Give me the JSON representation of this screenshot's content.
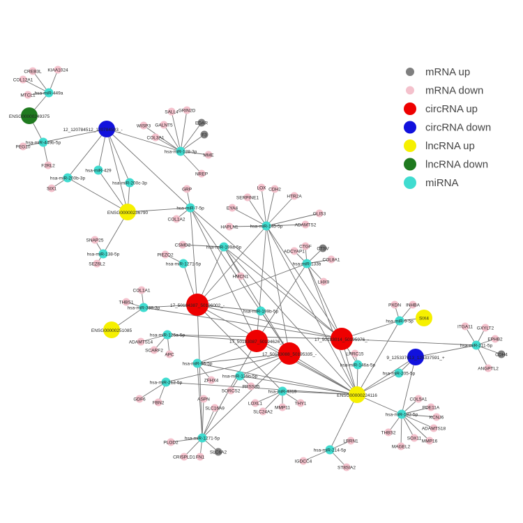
{
  "colors": {
    "mrna_up": "#7f7f7f",
    "mrna_down": "#f4c1cc",
    "circrna_up": "#ee0000",
    "circrna_down": "#1111dd",
    "lncrna_up": "#f6f000",
    "lncrna_down": "#1f7a1f",
    "mirna": "#40dcd0",
    "edge": "#6e6e6e"
  },
  "legend": [
    {
      "type": "mrna_up",
      "label": "mRNA up"
    },
    {
      "type": "mrna_down",
      "label": "mRNA down"
    },
    {
      "type": "circrna_up",
      "label": "circRNA up"
    },
    {
      "type": "circrna_down",
      "label": "circRNA down"
    },
    {
      "type": "lncrna_up",
      "label": "lncRNA up"
    },
    {
      "type": "lncrna_down",
      "label": "lncRNA down"
    },
    {
      "type": "mirna",
      "label": "miRNA"
    }
  ],
  "nodes": [
    {
      "id": "circ12",
      "type": "circrna_down",
      "label": "12_120784512_120784593_-"
    },
    {
      "id": "circ9",
      "type": "circrna_down",
      "label": "9_125337613_125337591_+"
    },
    {
      "id": "circ17a",
      "type": "circrna_up",
      "label": "17_50184387_50196002_-"
    },
    {
      "id": "circ17b",
      "type": "circrna_up",
      "label": "17_50183087_50194626_-"
    },
    {
      "id": "circ17c",
      "type": "circrna_up",
      "label": "17_50183088_50195335_-"
    },
    {
      "id": "circ17d",
      "type": "circrna_up",
      "label": "17_50183014_50195976_-"
    },
    {
      "id": "lnc236790",
      "type": "lncrna_up",
      "label": "ENSG00000236790"
    },
    {
      "id": "lnc251085",
      "type": "lncrna_up",
      "label": "ENSG00000251085"
    },
    {
      "id": "lnc224116",
      "type": "lncrna_up",
      "label": "ENSG00000224116"
    },
    {
      "id": "lnc249375",
      "type": "lncrna_down",
      "label": "ENSG00000249375"
    },
    {
      "id": "m449a",
      "type": "mirna",
      "label": "hsa-miR-449a"
    },
    {
      "id": "m449b",
      "type": "mirna",
      "label": "hsa-miR-449b-5p"
    },
    {
      "id": "m200b",
      "type": "mirna",
      "label": "hsa-miR-200b-3p"
    },
    {
      "id": "m429",
      "type": "mirna",
      "label": "hsa-miR-429"
    },
    {
      "id": "m200c",
      "type": "mirna",
      "label": "hsa-miR-200c-3p"
    },
    {
      "id": "m128",
      "type": "mirna",
      "label": "hsa-miR-128-3p"
    },
    {
      "id": "m7",
      "type": "mirna",
      "label": "hsa-miR-7-5p"
    },
    {
      "id": "m138",
      "type": "mirna",
      "label": "hsa-miR-138-5p"
    },
    {
      "id": "m145",
      "type": "mirna",
      "label": "hsa-miR-145-5p"
    },
    {
      "id": "m199a",
      "type": "mirna",
      "label": "hsa-miR-199a-5p"
    },
    {
      "id": "m133b",
      "type": "mirna",
      "label": "hsa-miR-133b"
    },
    {
      "id": "m1271a",
      "type": "mirna",
      "label": "hsa-miR-1271-5p"
    },
    {
      "id": "m338",
      "type": "mirna",
      "label": "hsa-miR-338-3p"
    },
    {
      "id": "m199b",
      "type": "mirna",
      "label": "hsa-miR-199b-5p"
    },
    {
      "id": "m125a",
      "type": "mirna",
      "label": "hsa-miR-125a-5p"
    },
    {
      "id": "m9",
      "type": "mirna",
      "label": "hsa-miR-9-5p"
    },
    {
      "id": "m211",
      "type": "mirna",
      "label": "hsa-miR-211-5p"
    },
    {
      "id": "m96",
      "type": "mirna",
      "label": "hsa-miR-96-5p"
    },
    {
      "id": "m125b",
      "type": "mirna",
      "label": "hsa-miR-125b-5p"
    },
    {
      "id": "m146a",
      "type": "mirna",
      "label": "hsa-miR-146a-5p"
    },
    {
      "id": "m205",
      "type": "mirna",
      "label": "hsa-miR-205-5p"
    },
    {
      "id": "m212",
      "type": "mirna",
      "label": "hsa-miR-212-5p"
    },
    {
      "id": "m4319",
      "type": "mirna",
      "label": "hsa-miR-4319"
    },
    {
      "id": "m182",
      "type": "mirna",
      "label": "hsa-miR-182-5p"
    },
    {
      "id": "m1271b",
      "type": "mirna",
      "label": "hsa-miR-1271-5p"
    },
    {
      "id": "m214",
      "type": "mirna",
      "label": "hsa-miR-214-5p"
    },
    {
      "id": "g_creb3l",
      "type": "mrna_down",
      "label": "CREB3L"
    },
    {
      "id": "g_kiaa",
      "type": "mrna_down",
      "label": "KIAA1024"
    },
    {
      "id": "g_col12a1",
      "type": "mrna_down",
      "label": "COL12A1"
    },
    {
      "id": "g_mtcl1",
      "type": "mrna_down",
      "label": "MTCL1"
    },
    {
      "id": "g_peg10",
      "type": "mrna_down",
      "label": "PEG10"
    },
    {
      "id": "g_f2rl2",
      "type": "mrna_down",
      "label": "F2RL2"
    },
    {
      "id": "g_six1",
      "type": "mrna_down",
      "label": "SIX1"
    },
    {
      "id": "g_sall4",
      "type": "mrna_down",
      "label": "SALL4"
    },
    {
      "id": "g_grin2d",
      "type": "mrna_down",
      "label": "GRIN2D"
    },
    {
      "id": "g_wisp3",
      "type": "mrna_down",
      "label": "WISP3"
    },
    {
      "id": "g_galnt5",
      "type": "mrna_down",
      "label": "GALNT5"
    },
    {
      "id": "g_edar",
      "type": "mrna_up",
      "label": "EDAR"
    },
    {
      "id": "g_col3a1",
      "type": "mrna_down",
      "label": "COL3A1"
    },
    {
      "id": "g_f3",
      "type": "mrna_up",
      "label": "F3"
    },
    {
      "id": "g_mme",
      "type": "mrna_down",
      "label": "MME"
    },
    {
      "id": "g_nrep",
      "type": "mrna_down",
      "label": "NREP"
    },
    {
      "id": "g_grp",
      "type": "mrna_down",
      "label": "GRP"
    },
    {
      "id": "g_col1a2",
      "type": "mrna_down",
      "label": "COL1A2"
    },
    {
      "id": "g_snap25",
      "type": "mrna_down",
      "label": "SNAP25"
    },
    {
      "id": "g_sez6l2",
      "type": "mrna_down",
      "label": "SEZ6L2"
    },
    {
      "id": "g_lox",
      "type": "mrna_down",
      "label": "LOX"
    },
    {
      "id": "g_cdh2",
      "type": "mrna_down",
      "label": "CDH2"
    },
    {
      "id": "g_serpine1",
      "type": "mrna_down",
      "label": "SERPINE1"
    },
    {
      "id": "g_htr2a",
      "type": "mrna_down",
      "label": "HTR2A"
    },
    {
      "id": "g_eya4",
      "type": "mrna_down",
      "label": "EYA4"
    },
    {
      "id": "g_glis3",
      "type": "mrna_down",
      "label": "GLIS3"
    },
    {
      "id": "g_hapln1",
      "type": "mrna_down",
      "label": "HAPLN1"
    },
    {
      "id": "g_adamts2",
      "type": "mrna_down",
      "label": "ADAMTS2"
    },
    {
      "id": "g_csmd2",
      "type": "mrna_down",
      "label": "CSMD2"
    },
    {
      "id": "g_piezo2",
      "type": "mrna_down",
      "label": "PIEZO2"
    },
    {
      "id": "g_adcyap1",
      "type": "mrna_down",
      "label": "ADCYAP1"
    },
    {
      "id": "g_ctsv",
      "type": "mrna_up",
      "label": "CTSV"
    },
    {
      "id": "g_ctgf",
      "type": "mrna_down",
      "label": "CTGF"
    },
    {
      "id": "g_col8a1",
      "type": "mrna_down",
      "label": "COL8A1"
    },
    {
      "id": "g_hmcn1",
      "type": "mrna_down",
      "label": "HMCN1"
    },
    {
      "id": "g_lhx9",
      "type": "mrna_down",
      "label": "LHX9"
    },
    {
      "id": "g_col1a1",
      "type": "mrna_down",
      "label": "COL1A1"
    },
    {
      "id": "g_thbs1",
      "type": "mrna_down",
      "label": "THBS1"
    },
    {
      "id": "g_pxdn",
      "type": "mrna_down",
      "label": "PXDN"
    },
    {
      "id": "g_inhba",
      "type": "mrna_down",
      "label": "INHBA"
    },
    {
      "id": "g_six4",
      "type": "lncrna_up",
      "label": "SIX4"
    },
    {
      "id": "g_adamts14",
      "type": "mrna_down",
      "label": "ADAMTS14"
    },
    {
      "id": "g_scarf2",
      "type": "mrna_down",
      "label": "SCARF2"
    },
    {
      "id": "g_apc",
      "type": "mrna_down",
      "label": "APC"
    },
    {
      "id": "g_itga11",
      "type": "mrna_down",
      "label": "ITGA11"
    },
    {
      "id": "g_gxylt2",
      "type": "mrna_down",
      "label": "GXYLT2"
    },
    {
      "id": "g_ephb2",
      "type": "mrna_down",
      "label": "EPHB2"
    },
    {
      "id": "g_cdh4",
      "type": "mrna_up",
      "label": "CDH4"
    },
    {
      "id": "g_angptl2",
      "type": "mrna_down",
      "label": "ANGPTL2"
    },
    {
      "id": "g_lrrc15",
      "type": "mrna_down",
      "label": "LRRC15"
    },
    {
      "id": "g_zfhx4",
      "type": "mrna_down",
      "label": "ZFHX4"
    },
    {
      "id": "g_prss35",
      "type": "mrna_down",
      "label": "PRSS35"
    },
    {
      "id": "g_sorcs2",
      "type": "mrna_down",
      "label": "SORCS2"
    },
    {
      "id": "g_gdf6",
      "type": "mrna_down",
      "label": "GDF6"
    },
    {
      "id": "g_fbn2",
      "type": "mrna_down",
      "label": "FBN2"
    },
    {
      "id": "g_aspn",
      "type": "mrna_down",
      "label": "ASPN"
    },
    {
      "id": "g_slc16a9",
      "type": "mrna_down",
      "label": "SLC16A9"
    },
    {
      "id": "g_loxl1",
      "type": "mrna_down",
      "label": "LOXL1"
    },
    {
      "id": "g_thy1",
      "type": "mrna_down",
      "label": "THY1"
    },
    {
      "id": "g_mmp11",
      "type": "mrna_down",
      "label": "MMP11"
    },
    {
      "id": "g_slc24a2",
      "type": "mrna_down",
      "label": "SLC24A2"
    },
    {
      "id": "g_col5a1",
      "type": "mrna_down",
      "label": "COL5A1"
    },
    {
      "id": "g_pde11a",
      "type": "mrna_down",
      "label": "PDE11A"
    },
    {
      "id": "g_kcnj6",
      "type": "mrna_down",
      "label": "KCNJ6"
    },
    {
      "id": "g_adamts18",
      "type": "mrna_down",
      "label": "ADAMTS18"
    },
    {
      "id": "g_thbs2",
      "type": "mrna_down",
      "label": "THBS2"
    },
    {
      "id": "g_sox11",
      "type": "mrna_down",
      "label": "SOX11"
    },
    {
      "id": "g_mmp16",
      "type": "mrna_down",
      "label": "MMP16"
    },
    {
      "id": "g_magel2",
      "type": "mrna_down",
      "label": "MAGEL2"
    },
    {
      "id": "g_plod2",
      "type": "mrna_down",
      "label": "PLOD2"
    },
    {
      "id": "g_slc6a2",
      "type": "mrna_up",
      "label": "SLC6A2"
    },
    {
      "id": "g_crispld1",
      "type": "mrna_down",
      "label": "CRISPLD1"
    },
    {
      "id": "g_fn1",
      "type": "mrna_down",
      "label": "FN1"
    },
    {
      "id": "g_lrrn1",
      "type": "mrna_down",
      "label": "LRRN1"
    },
    {
      "id": "g_igdcc4",
      "type": "mrna_down",
      "label": "IGDCC4"
    },
    {
      "id": "g_st8sia2",
      "type": "mrna_down",
      "label": "ST8SIA2"
    }
  ],
  "edges": [
    [
      "m449a",
      "g_creb3l"
    ],
    [
      "m449a",
      "g_kiaa"
    ],
    [
      "m449a",
      "g_col12a1"
    ],
    [
      "m449a",
      "g_mtcl1"
    ],
    [
      "m449a",
      "lnc249375"
    ],
    [
      "lnc249375",
      "m449b"
    ],
    [
      "m449b",
      "g_peg10"
    ],
    [
      "m449b",
      "g_f2rl2"
    ],
    [
      "m449b",
      "circ12"
    ],
    [
      "circ12",
      "m200b"
    ],
    [
      "circ12",
      "m429"
    ],
    [
      "circ12",
      "m200c"
    ],
    [
      "circ12",
      "lnc236790"
    ],
    [
      "circ12",
      "m128"
    ],
    [
      "circ12",
      "m7"
    ],
    [
      "m200b",
      "g_six1"
    ],
    [
      "m200b",
      "lnc236790"
    ],
    [
      "m429",
      "lnc236790"
    ],
    [
      "m200c",
      "lnc236790"
    ],
    [
      "m128",
      "g_sall4"
    ],
    [
      "m128",
      "g_grin2d"
    ],
    [
      "m128",
      "g_wisp3"
    ],
    [
      "m128",
      "g_galnt5"
    ],
    [
      "m128",
      "g_edar"
    ],
    [
      "m128",
      "g_col3a1"
    ],
    [
      "m128",
      "g_f3"
    ],
    [
      "m128",
      "g_mme"
    ],
    [
      "m128",
      "g_nrep"
    ],
    [
      "lnc236790",
      "m7"
    ],
    [
      "lnc236790",
      "m138"
    ],
    [
      "m7",
      "g_grp"
    ],
    [
      "m7",
      "g_col1a2"
    ],
    [
      "m7",
      "circ17a"
    ],
    [
      "m7",
      "circ17b"
    ],
    [
      "m7",
      "circ17c"
    ],
    [
      "m7",
      "circ17d"
    ],
    [
      "m138",
      "g_snap25"
    ],
    [
      "m138",
      "g_sez6l2"
    ],
    [
      "m145",
      "g_lox"
    ],
    [
      "m145",
      "g_cdh2"
    ],
    [
      "m145",
      "g_serpine1"
    ],
    [
      "m145",
      "g_htr2a"
    ],
    [
      "m145",
      "g_eya4"
    ],
    [
      "m145",
      "g_glis3"
    ],
    [
      "m145",
      "g_hapln1"
    ],
    [
      "m145",
      "g_adamts2"
    ],
    [
      "m145",
      "circ17a"
    ],
    [
      "m145",
      "circ17b"
    ],
    [
      "m145",
      "circ17c"
    ],
    [
      "m145",
      "circ17d"
    ],
    [
      "m199a",
      "g_csmd2"
    ],
    [
      "m199a",
      "g_hmcn1"
    ],
    [
      "m199a",
      "circ17a"
    ],
    [
      "m199a",
      "circ17d"
    ],
    [
      "m199a",
      "circ17c"
    ],
    [
      "m133b",
      "g_adcyap1"
    ],
    [
      "m133b",
      "g_ctsv"
    ],
    [
      "m133b",
      "g_ctgf"
    ],
    [
      "m133b",
      "g_col8a1"
    ],
    [
      "m133b",
      "g_lhx9"
    ],
    [
      "m133b",
      "circ17a"
    ],
    [
      "m133b",
      "circ17b"
    ],
    [
      "m133b",
      "circ17d"
    ],
    [
      "m1271a",
      "g_piezo2"
    ],
    [
      "m1271a",
      "circ17a"
    ],
    [
      "m338",
      "g_col1a1"
    ],
    [
      "m338",
      "g_thbs1"
    ],
    [
      "m338",
      "lnc251085"
    ],
    [
      "m338",
      "circ17a"
    ],
    [
      "m338",
      "circ17d"
    ],
    [
      "m199b",
      "circ17a"
    ],
    [
      "m199b",
      "circ17c"
    ],
    [
      "m125a",
      "g_adamts14"
    ],
    [
      "m125a",
      "g_scarf2"
    ],
    [
      "m125a",
      "g_apc"
    ],
    [
      "m125a",
      "circ17b"
    ],
    [
      "m125a",
      "circ17d"
    ],
    [
      "m9",
      "g_pxdn"
    ],
    [
      "m9",
      "g_inhba"
    ],
    [
      "m9",
      "g_six4"
    ],
    [
      "m9",
      "circ17d"
    ],
    [
      "m9",
      "lnc224116"
    ],
    [
      "m211",
      "g_itga11"
    ],
    [
      "m211",
      "g_gxylt2"
    ],
    [
      "m211",
      "g_ephb2"
    ],
    [
      "m211",
      "g_cdh4"
    ],
    [
      "m211",
      "g_angptl2"
    ],
    [
      "m211",
      "circ9"
    ],
    [
      "m211",
      "circ17d"
    ],
    [
      "circ9",
      "lnc224116"
    ],
    [
      "circ9",
      "m205"
    ],
    [
      "circ9",
      "m182"
    ],
    [
      "m146a",
      "g_lrrc15"
    ],
    [
      "m146a",
      "lnc224116"
    ],
    [
      "m146a",
      "circ17d"
    ],
    [
      "m205",
      "lnc224116"
    ],
    [
      "m96",
      "g_zfhx4"
    ],
    [
      "m96",
      "circ17b"
    ],
    [
      "m96",
      "circ17c"
    ],
    [
      "m96",
      "lnc224116"
    ],
    [
      "m96",
      "m1271b"
    ],
    [
      "m125b",
      "g_prss35"
    ],
    [
      "m125b",
      "g_sorcs2"
    ],
    [
      "m125b",
      "circ17c"
    ],
    [
      "m125b",
      "lnc224116"
    ],
    [
      "m212",
      "g_gdf6"
    ],
    [
      "m212",
      "g_fbn2"
    ],
    [
      "m212",
      "circ17c"
    ],
    [
      "m212",
      "lnc224116"
    ],
    [
      "m4319",
      "g_loxl1"
    ],
    [
      "m4319",
      "g_thy1"
    ],
    [
      "m4319",
      "g_mmp11"
    ],
    [
      "m4319",
      "g_slc24a2"
    ],
    [
      "m4319",
      "circ17a"
    ],
    [
      "m4319",
      "lnc224116"
    ],
    [
      "m182",
      "g_col5a1"
    ],
    [
      "m182",
      "g_pde11a"
    ],
    [
      "m182",
      "g_kcnj6"
    ],
    [
      "m182",
      "g_adamts18"
    ],
    [
      "m182",
      "g_thbs2"
    ],
    [
      "m182",
      "g_sox11"
    ],
    [
      "m182",
      "g_mmp16"
    ],
    [
      "m182",
      "g_magel2"
    ],
    [
      "m182",
      "lnc224116"
    ],
    [
      "m1271b",
      "g_aspn"
    ],
    [
      "m1271b",
      "g_slc16a9"
    ],
    [
      "m1271b",
      "g_plod2"
    ],
    [
      "m1271b",
      "g_slc6a2"
    ],
    [
      "m1271b",
      "g_crispld1"
    ],
    [
      "m1271b",
      "g_fn1"
    ],
    [
      "m1271b",
      "circ17a"
    ],
    [
      "m1271b",
      "circ17b"
    ],
    [
      "m1271b",
      "circ17c"
    ],
    [
      "m214",
      "g_lrrn1"
    ],
    [
      "m214",
      "g_igdcc4"
    ],
    [
      "m214",
      "g_st8sia2"
    ],
    [
      "m214",
      "lnc224116"
    ],
    [
      "circ17a",
      "circ17d"
    ],
    [
      "circ17a",
      "lnc224116"
    ],
    [
      "circ17b",
      "lnc224116"
    ],
    [
      "circ17c",
      "lnc224116"
    ],
    [
      "circ17d",
      "lnc224116"
    ],
    [
      "m145",
      "lnc224116"
    ],
    [
      "m133b",
      "lnc224116"
    ],
    [
      "m199a",
      "lnc224116"
    ]
  ]
}
